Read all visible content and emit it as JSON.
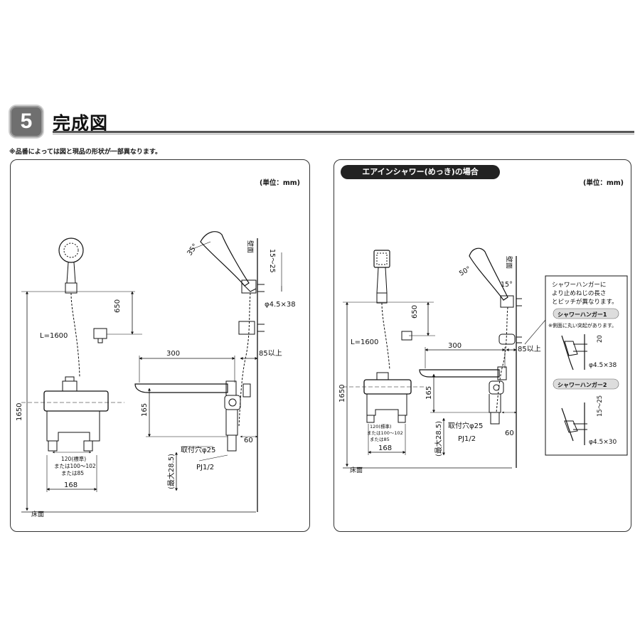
{
  "section": {
    "number": "5",
    "title": "完成図",
    "note": "※品番によっては図と現品の形状が一部異なります。"
  },
  "left_panel": {
    "unit": "(単位：mm)",
    "labels": {
      "wall": "壁面",
      "floor": "床面",
      "hose": "L=1600",
      "d_650": "650",
      "d_1650": "1650",
      "d_300": "300",
      "d_85": "85以上",
      "d_165": "165",
      "d_60": "60",
      "d_35": "35°",
      "d_15_25": "15～25",
      "screw": "φ4.5×38",
      "hole": "取付穴φ25",
      "pj": "PJ1/2",
      "max": "(最大28.5)",
      "pitch_1": "120(標準)",
      "pitch_2": "または100～102",
      "pitch_3": "または85",
      "d_168": "168"
    }
  },
  "right_panel": {
    "header": "エアインシャワー(めっき)の場合",
    "unit": "(単位：mm)",
    "labels": {
      "wall": "壁面",
      "floor": "床面",
      "hose": "L=1600",
      "d_650": "650",
      "d_1650": "1650",
      "d_300": "300",
      "d_85": "85以上",
      "d_165": "165",
      "d_60": "60",
      "d_50": "50°",
      "d_15": "15°",
      "hole": "取付穴φ25",
      "pj": "PJ1/2",
      "max": "(最大28.5)",
      "pitch_1": "120(標準)",
      "pitch_2": "または100～102",
      "pitch_3": "または85",
      "d_168": "168"
    },
    "hanger_box": {
      "note_1": "シャワーハンガーに",
      "note_2": "より止めねじの長さ",
      "note_3": "とピッチが異なります。",
      "hanger1_title": "シャワーハンガー1",
      "hanger1_note": "※側面に丸い突起があります。",
      "hanger1_d20": "20",
      "hanger1_screw": "φ4.5×38",
      "hanger2_title": "シャワーハンガー2",
      "hanger2_d": "15～25",
      "hanger2_screw": "φ4.5×30"
    }
  }
}
